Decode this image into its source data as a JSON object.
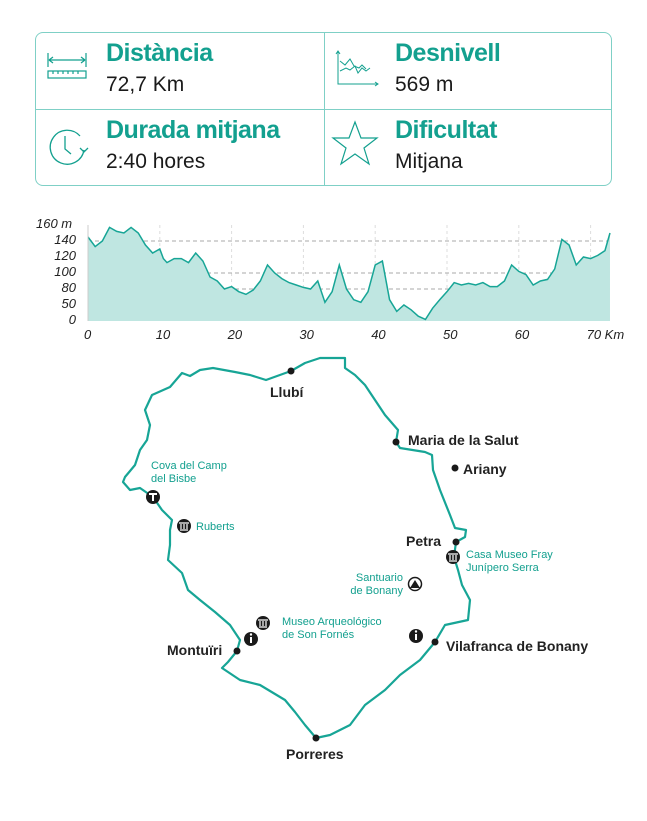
{
  "stats": [
    {
      "title": "Distància",
      "value": "72,7 Km",
      "icon": "ruler-icon"
    },
    {
      "title": "Desnivell",
      "value": "569 m",
      "icon": "elevation-chart-icon"
    },
    {
      "title": "Durada mitjana",
      "value": "2:40 hores",
      "icon": "clock-icon"
    },
    {
      "title": "Dificultat",
      "value": "Mitjana",
      "icon": "star-icon"
    }
  ],
  "colors": {
    "accent": "#13a08f",
    "fill": "#bfe6e1",
    "line": "#17a596"
  },
  "chart_data": {
    "type": "area",
    "title": "",
    "xlabel": "Km",
    "ylabel": "m",
    "x_ticks": [
      "0",
      "10",
      "20",
      "30",
      "40",
      "50",
      "60",
      "70 Km"
    ],
    "y_ticks": [
      "0",
      "50",
      "80",
      "100",
      "120",
      "140",
      "160 m"
    ],
    "y_tick_values": [
      0,
      50,
      80,
      100,
      120,
      140,
      160
    ],
    "xlim": [
      0,
      72.7
    ],
    "x": [
      0,
      1,
      2,
      3,
      4,
      5,
      6,
      7,
      8,
      9,
      10,
      10.5,
      11,
      12,
      13,
      14,
      15,
      16,
      17,
      18,
      19,
      20,
      21,
      22,
      23,
      24,
      25,
      26,
      27,
      28,
      29,
      30,
      31,
      32,
      33,
      34,
      35,
      36,
      37,
      38,
      39,
      40,
      41,
      42,
      43,
      44,
      45,
      46,
      47,
      48,
      49,
      50,
      51,
      52,
      53,
      54,
      55,
      56,
      57,
      58,
      59,
      60,
      61,
      62,
      63,
      64,
      65,
      66,
      67,
      68,
      69,
      70,
      71,
      72,
      72.7
    ],
    "y": [
      145,
      133,
      140,
      157,
      152,
      150,
      157,
      150,
      135,
      125,
      130,
      118,
      113,
      118,
      118,
      113,
      125,
      115,
      95,
      90,
      80,
      83,
      75,
      70,
      78,
      90,
      110,
      100,
      93,
      88,
      85,
      82,
      80,
      90,
      55,
      75,
      110,
      80,
      60,
      55,
      75,
      110,
      115,
      60,
      30,
      50,
      35,
      15,
      5,
      40,
      60,
      75,
      88,
      85,
      87,
      85,
      88,
      83,
      83,
      90,
      110,
      102,
      98,
      85,
      90,
      92,
      105,
      142,
      135,
      110,
      120,
      118,
      122,
      128,
      150
    ]
  },
  "map": {
    "places": [
      "Llubí",
      "Maria de la Salut",
      "Ariany",
      "Petra",
      "Vilafranca de Bonany",
      "Porreres",
      "Montuïri"
    ],
    "pois": [
      {
        "name": "Cova del Camp",
        "name2": "del Bisbe",
        "icon": "cave-icon"
      },
      {
        "name": "Ruberts",
        "icon": "museum-icon"
      },
      {
        "name": "Casa Museo Fray",
        "name2": "Junípero Serra",
        "icon": "museum-icon"
      },
      {
        "name": "Santuario",
        "name2": "de Bonany",
        "icon": "sanctuary-icon"
      },
      {
        "name": "Museo Arqueológico",
        "name2": "de Son Fornés",
        "icon": "museum-icon"
      }
    ]
  }
}
